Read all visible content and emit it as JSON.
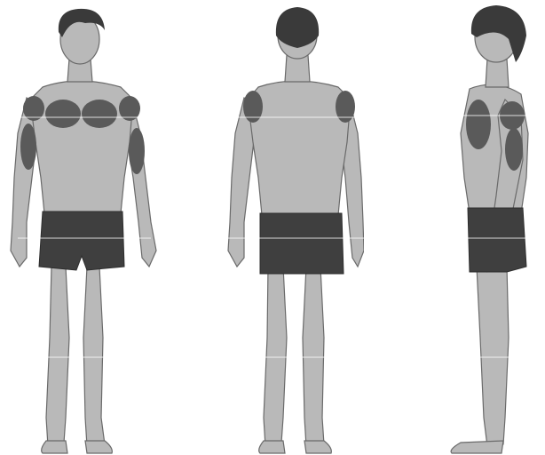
{
  "figures": [
    {
      "view": "front"
    },
    {
      "view": "back"
    },
    {
      "view": "side"
    }
  ],
  "colors": {
    "background": "#ffffff",
    "skin": "#b9b9b9",
    "skin_shadow": "#8f8f8f",
    "hair": "#3a3a3a",
    "muscle_highlight": "#5a5a5a",
    "shorts": "#3f3f3f",
    "outline": "#6a6a6a"
  }
}
